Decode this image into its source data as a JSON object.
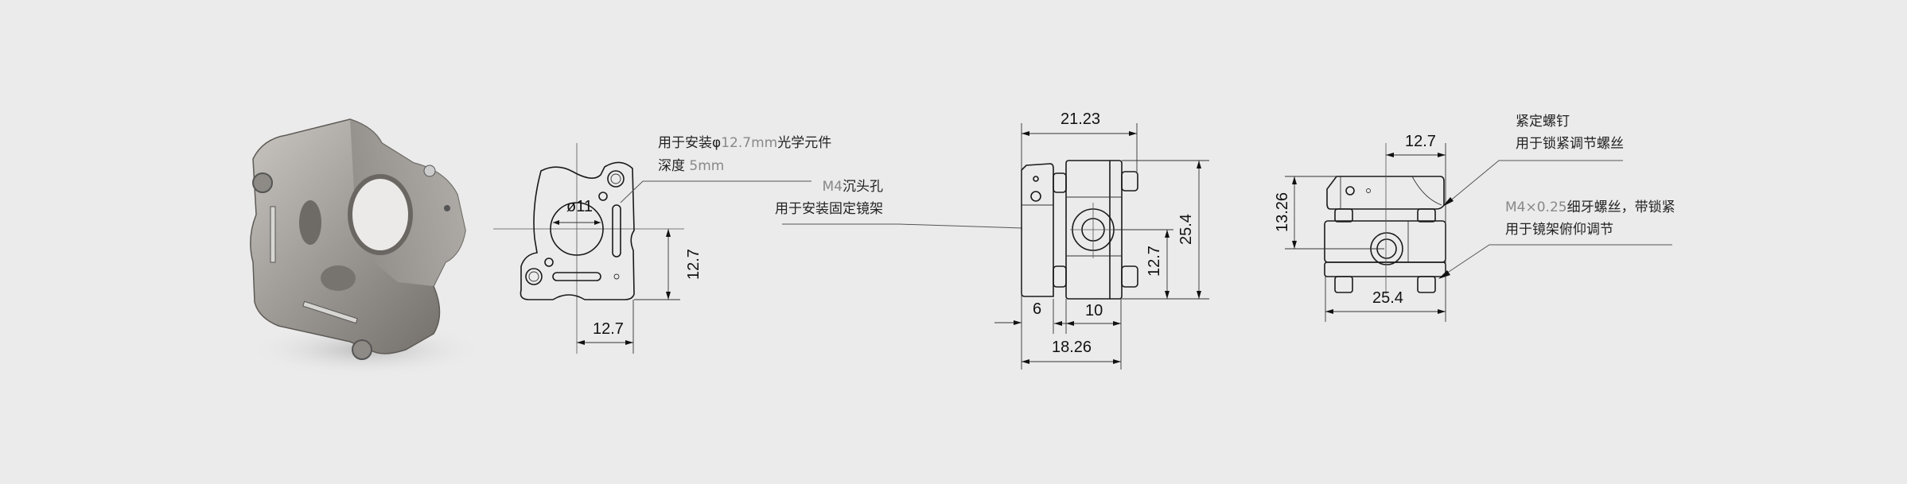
{
  "colors": {
    "background": "#ebebeb",
    "line": "#1a1a1a",
    "metal": "#9e9a96"
  },
  "front_view": {
    "diameter_label": "ø11",
    "dim_vertical": "12.7",
    "dim_horizontal": "12.7",
    "note1_line1_a": "用于安装φ",
    "note1_line1_b": "12.7mm",
    "note1_line1_c": "光学元件",
    "note1_line2_a": "深度 ",
    "note1_line2_b": "5mm",
    "note2_line1_a": "M4",
    "note2_line1_b": "沉头孔",
    "note2_line2": "用于安装固定镜架"
  },
  "side_view": {
    "dim_top": "21.23",
    "dim_height": "25.4",
    "dim_center": "12.7",
    "dim_plate": "6",
    "dim_body": "10",
    "dim_bottom": "18.26"
  },
  "top_view": {
    "dim_top": "12.7",
    "dim_height": "13.26",
    "dim_width": "25.4",
    "note1_line1": "紧定螺钉",
    "note1_line2": "用于锁紧调节螺丝",
    "note2_line1_a": "M4×0.25",
    "note2_line1_b": "细牙螺丝，带锁紧",
    "note2_line2": "用于镜架俯仰调节"
  }
}
